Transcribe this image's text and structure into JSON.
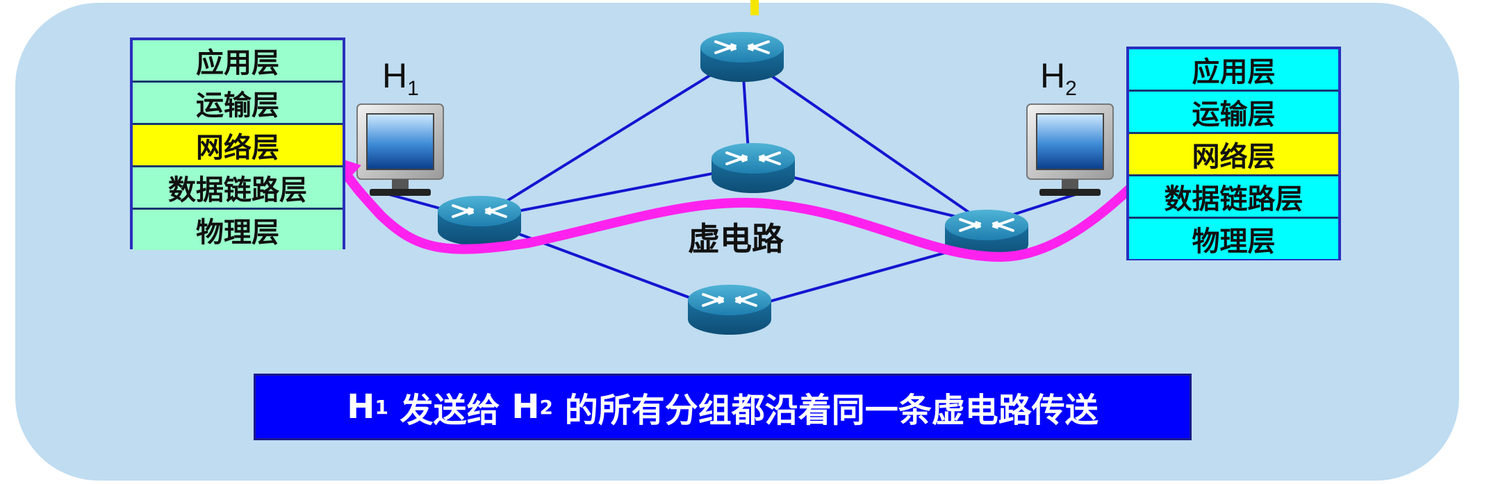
{
  "hosts": {
    "h1": {
      "letter": "H",
      "subscript": "1"
    },
    "h2": {
      "letter": "H",
      "subscript": "2"
    }
  },
  "stack_h1": {
    "layers": [
      "应用层",
      "运输层",
      "网络层",
      "数据链路层",
      "物理层"
    ]
  },
  "stack_h2": {
    "layers": [
      "应用层",
      "运输层",
      "网络层",
      "数据链路层",
      "物理层"
    ]
  },
  "virtual_circuit_label": "虚电路",
  "caption": {
    "h1_letter": "H",
    "h1_sub": "1",
    "middle": " 发送给 ",
    "h2_letter": "H",
    "h2_sub": "2",
    "tail": " 的所有分组都沿着同一条虚电路传送"
  },
  "colors": {
    "background_panel": "#bfdcf1",
    "stack_h1_fill": "#99ffcc",
    "stack_h2_fill": "#00ffff",
    "network_layer_highlight": "#ffff00",
    "links": "#1515d0",
    "virtual_circuit_path": "#ff22ee",
    "caption_fill": "#0000ff"
  }
}
